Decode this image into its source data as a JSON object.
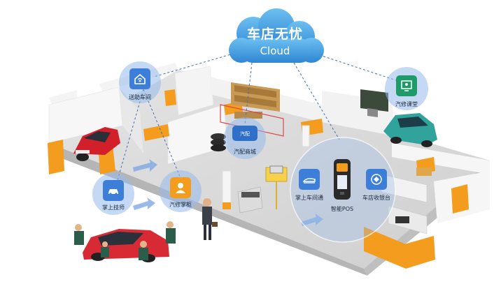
{
  "cloud": {
    "title": "车店无忧",
    "subtitle": "Cloud"
  },
  "nodes": {
    "door_to_door": "送助车间",
    "auto_parts_mall": "汽配商城",
    "repair_class": "汽修课堂",
    "technician": "掌上技师",
    "repair_manager": "汽修掌柜",
    "mobile_reception": "掌上车间通",
    "pos_terminal": "智能POS",
    "cashier": "车店收银台"
  },
  "colors": {
    "accent_orange": "#f39c1e",
    "icon_blue": "#3d7fd8",
    "icon_green": "#1f9a6a",
    "halo_blue": "#9bbbe8",
    "cloud_blue": "#4aa3df",
    "floor_gray": "#dcdcdc"
  },
  "icons": {
    "door_to_door": "home-wifi-icon",
    "auto_parts_mall": "parts-store-logo-icon",
    "repair_class": "classroom-board-icon",
    "technician": "car-wrench-icon",
    "repair_manager": "manager-avatar-icon",
    "mobile_reception": "car-outline-icon",
    "pos_terminal": "pos-device-icon",
    "cashier": "cashier-diamond-icon"
  }
}
